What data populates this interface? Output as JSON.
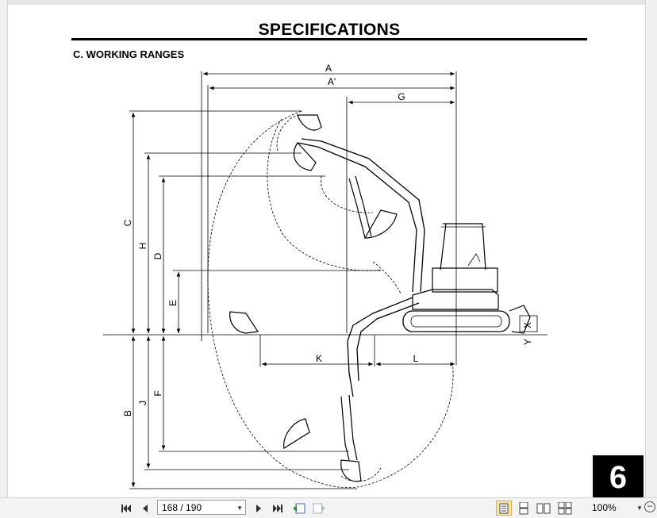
{
  "document": {
    "title": "SPECIFICATIONS",
    "section": "C. WORKING RANGES",
    "page_tab": "6"
  },
  "diagram_labels": {
    "A": "A",
    "A_prime": "A'",
    "G": "G",
    "C": "C",
    "H": "H",
    "D": "D",
    "E": "E",
    "K": "K",
    "L": "L",
    "B": "B",
    "J": "J",
    "F": "F",
    "X": "X",
    "Y": "Y"
  },
  "toolbar": {
    "page_value": "168 / 190",
    "zoom_value": "100%",
    "icons": {
      "first": "first-page-icon",
      "prev": "previous-page-icon",
      "next": "next-page-icon",
      "last": "last-page-icon",
      "back": "previous-view-icon",
      "forward": "next-view-icon",
      "single": "single-page-icon",
      "continuous": "continuous-icon",
      "facing": "facing-icon",
      "cont_facing": "continuous-facing-icon"
    }
  }
}
